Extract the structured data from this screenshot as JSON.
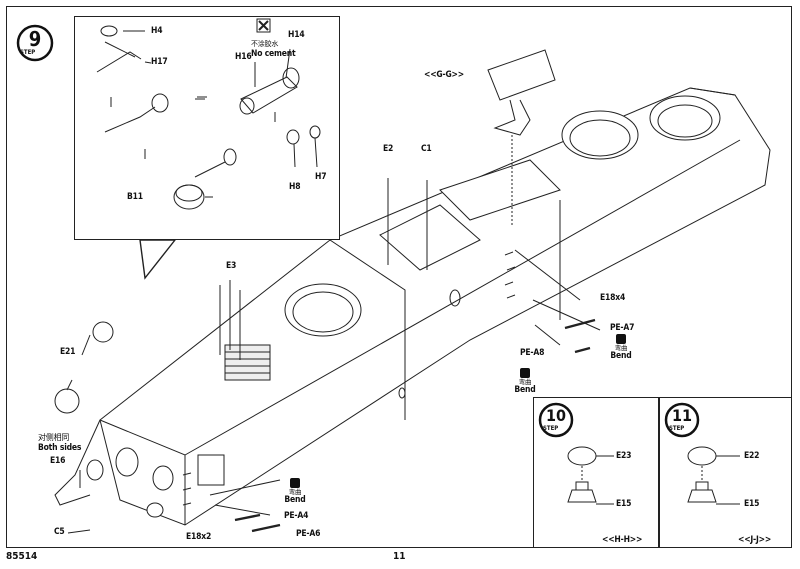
{
  "page": {
    "model_number": "85514",
    "page_number": "11"
  },
  "steps": [
    {
      "number": "9",
      "word": "STEP"
    },
    {
      "number": "10",
      "word": "STEP"
    },
    {
      "number": "11",
      "word": "STEP"
    }
  ],
  "inset_parts": {
    "h4": "H4",
    "h17": "H17",
    "h16": "H16",
    "h14": "H14",
    "h8": "H8",
    "h7": "H7",
    "b11": "B11",
    "no_cement_cn": "不涂胶水",
    "no_cement_en": "No cement"
  },
  "main_parts": {
    "gg": "<<G-G>>",
    "e2": "E2",
    "c1": "C1",
    "e3": "E3",
    "e18x4": "E18x4",
    "pe_a7": "PE-A7",
    "pe_a8": "PE-A8",
    "e21": "E21",
    "both_sides_cn": "对侧相同",
    "both_sides_en": "Both sides",
    "e16": "E16",
    "c5": "C5",
    "e18x2": "E18x2",
    "pe_a4": "PE-A4",
    "pe_a6": "PE-A6"
  },
  "bend_notes": [
    {
      "cn": "弯曲",
      "en": "Bend"
    },
    {
      "cn": "弯曲",
      "en": "Bend"
    },
    {
      "cn": "弯曲",
      "en": "Bend"
    }
  ],
  "step10": {
    "e23": "E23",
    "e15": "E15",
    "view": "<<H-H>>"
  },
  "step11": {
    "e22": "E22",
    "e15": "E15",
    "view": "<<J-J>>"
  }
}
